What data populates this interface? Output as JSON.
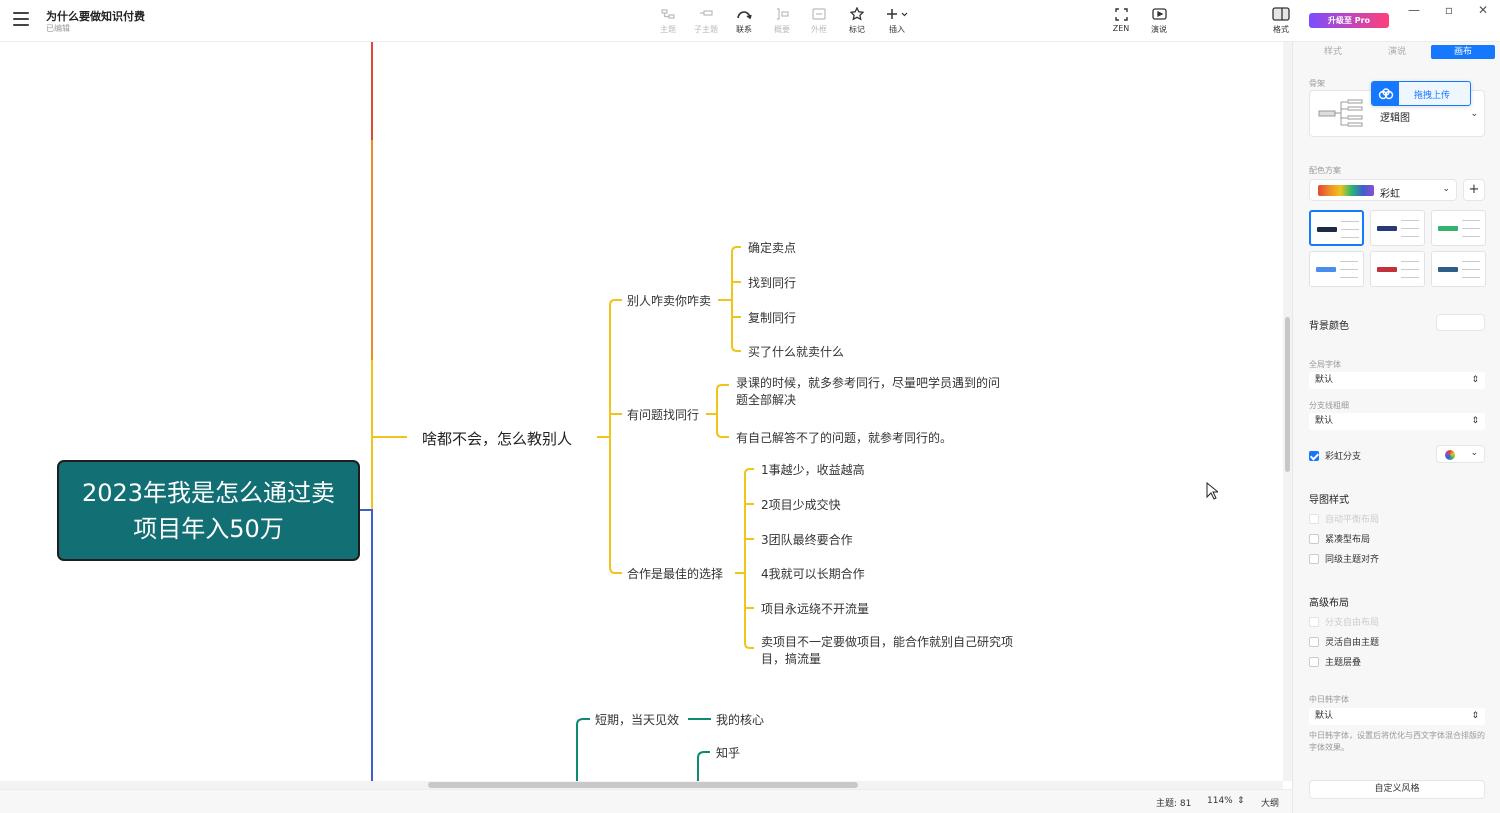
{
  "doc": {
    "title": "为什么要做知识付费",
    "status": "已编辑"
  },
  "toolbar": {
    "tools": [
      {
        "id": "topic",
        "label": "主题",
        "enabled": false
      },
      {
        "id": "subtopic",
        "label": "子主题",
        "enabled": false
      },
      {
        "id": "relation",
        "label": "联系",
        "enabled": true
      },
      {
        "id": "summary",
        "label": "概要",
        "enabled": false
      },
      {
        "id": "boundary",
        "label": "外框",
        "enabled": false
      },
      {
        "id": "marker",
        "label": "标记",
        "enabled": true
      },
      {
        "id": "insert",
        "label": "插入",
        "enabled": true
      }
    ],
    "zen_label": "ZEN",
    "present_label": "演说",
    "format_label": "格式",
    "upgrade_label": "升级至 Pro"
  },
  "mindmap": {
    "root": "2023年我是怎么通过卖项目年入50万",
    "main_topic": "啥都不会，怎么教别人",
    "branches": [
      {
        "label": "别人咋卖你咋卖",
        "children": [
          "确定卖点",
          "找到同行",
          "复制同行",
          "买了什么就卖什么"
        ]
      },
      {
        "label": "有问题找同行",
        "children": [
          "录课的时候，就多参考同行，尽量吧学员遇到的问题全部解决",
          "有自己解答不了的问题，就参考同行的。"
        ]
      },
      {
        "label": "合作是最佳的选择",
        "children": [
          "1事越少，收益越高",
          "2项目少成交快",
          "3团队最终要合作",
          "4我就可以长期合作",
          "项目永远绕不开流量",
          "卖项目不一定要做项目，能合作就别自己研究项目，搞流量"
        ]
      }
    ],
    "lower": {
      "label": "短期，当天见效",
      "child": "我的核心",
      "other": "知乎"
    }
  },
  "status": {
    "topics": "主题: 81",
    "zoom": "114%",
    "outline": "大纲"
  },
  "panel": {
    "tabs": [
      "样式",
      "演说",
      "画布"
    ],
    "active_tab": "画布",
    "structure_label": "骨架",
    "structure_value": "逻辑图",
    "upload_label": "拖拽上传",
    "color_scheme_label": "配色方案",
    "color_scheme_value": "彩虹",
    "bg_color_label": "背景颜色",
    "global_font_label": "全局字体",
    "global_font_value": "默认",
    "branch_width_label": "分支线粗细",
    "branch_width_value": "默认",
    "rainbow_branch_label": "彩虹分支",
    "map_style_title": "导图样式",
    "map_style_options": [
      {
        "label": "自动平衡布局",
        "checked": false,
        "disabled": true
      },
      {
        "label": "紧凑型布局",
        "checked": false,
        "disabled": false
      },
      {
        "label": "同级主题对齐",
        "checked": false,
        "disabled": false
      }
    ],
    "advanced_title": "高级布局",
    "advanced_options": [
      {
        "label": "分支自由布局",
        "checked": false,
        "disabled": true
      },
      {
        "label": "灵活自由主题",
        "checked": false,
        "disabled": false
      },
      {
        "label": "主题层叠",
        "checked": false,
        "disabled": false
      }
    ],
    "cjk_font_label": "中日韩字体",
    "cjk_font_value": "默认",
    "cjk_font_hint": "中日韩字体，设置后将优化与西文字体混合排版的字体效果。",
    "custom_style_label": "自定义风格"
  }
}
